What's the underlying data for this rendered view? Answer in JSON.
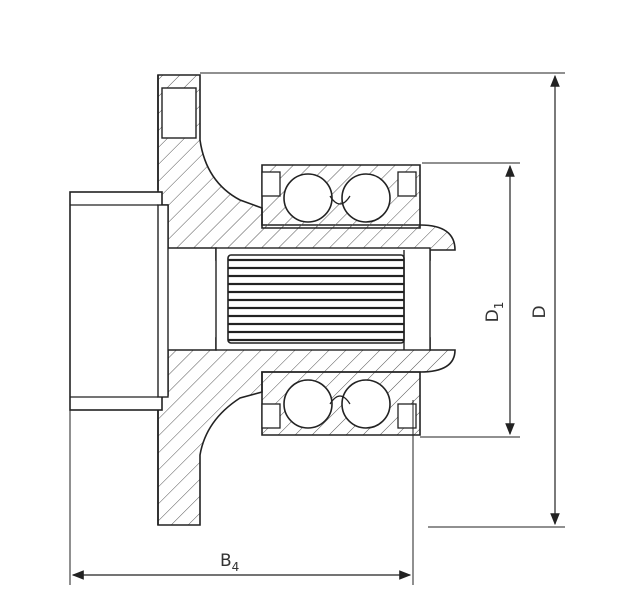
{
  "dimensions": {
    "outer_diameter_label": "D",
    "inner_diameter_label": "D",
    "inner_diameter_subscript": "1",
    "width_label": "B",
    "width_subscript": "4"
  },
  "colors": {
    "line": "#222222",
    "hatch": "#555555",
    "dimension": "#333333"
  }
}
